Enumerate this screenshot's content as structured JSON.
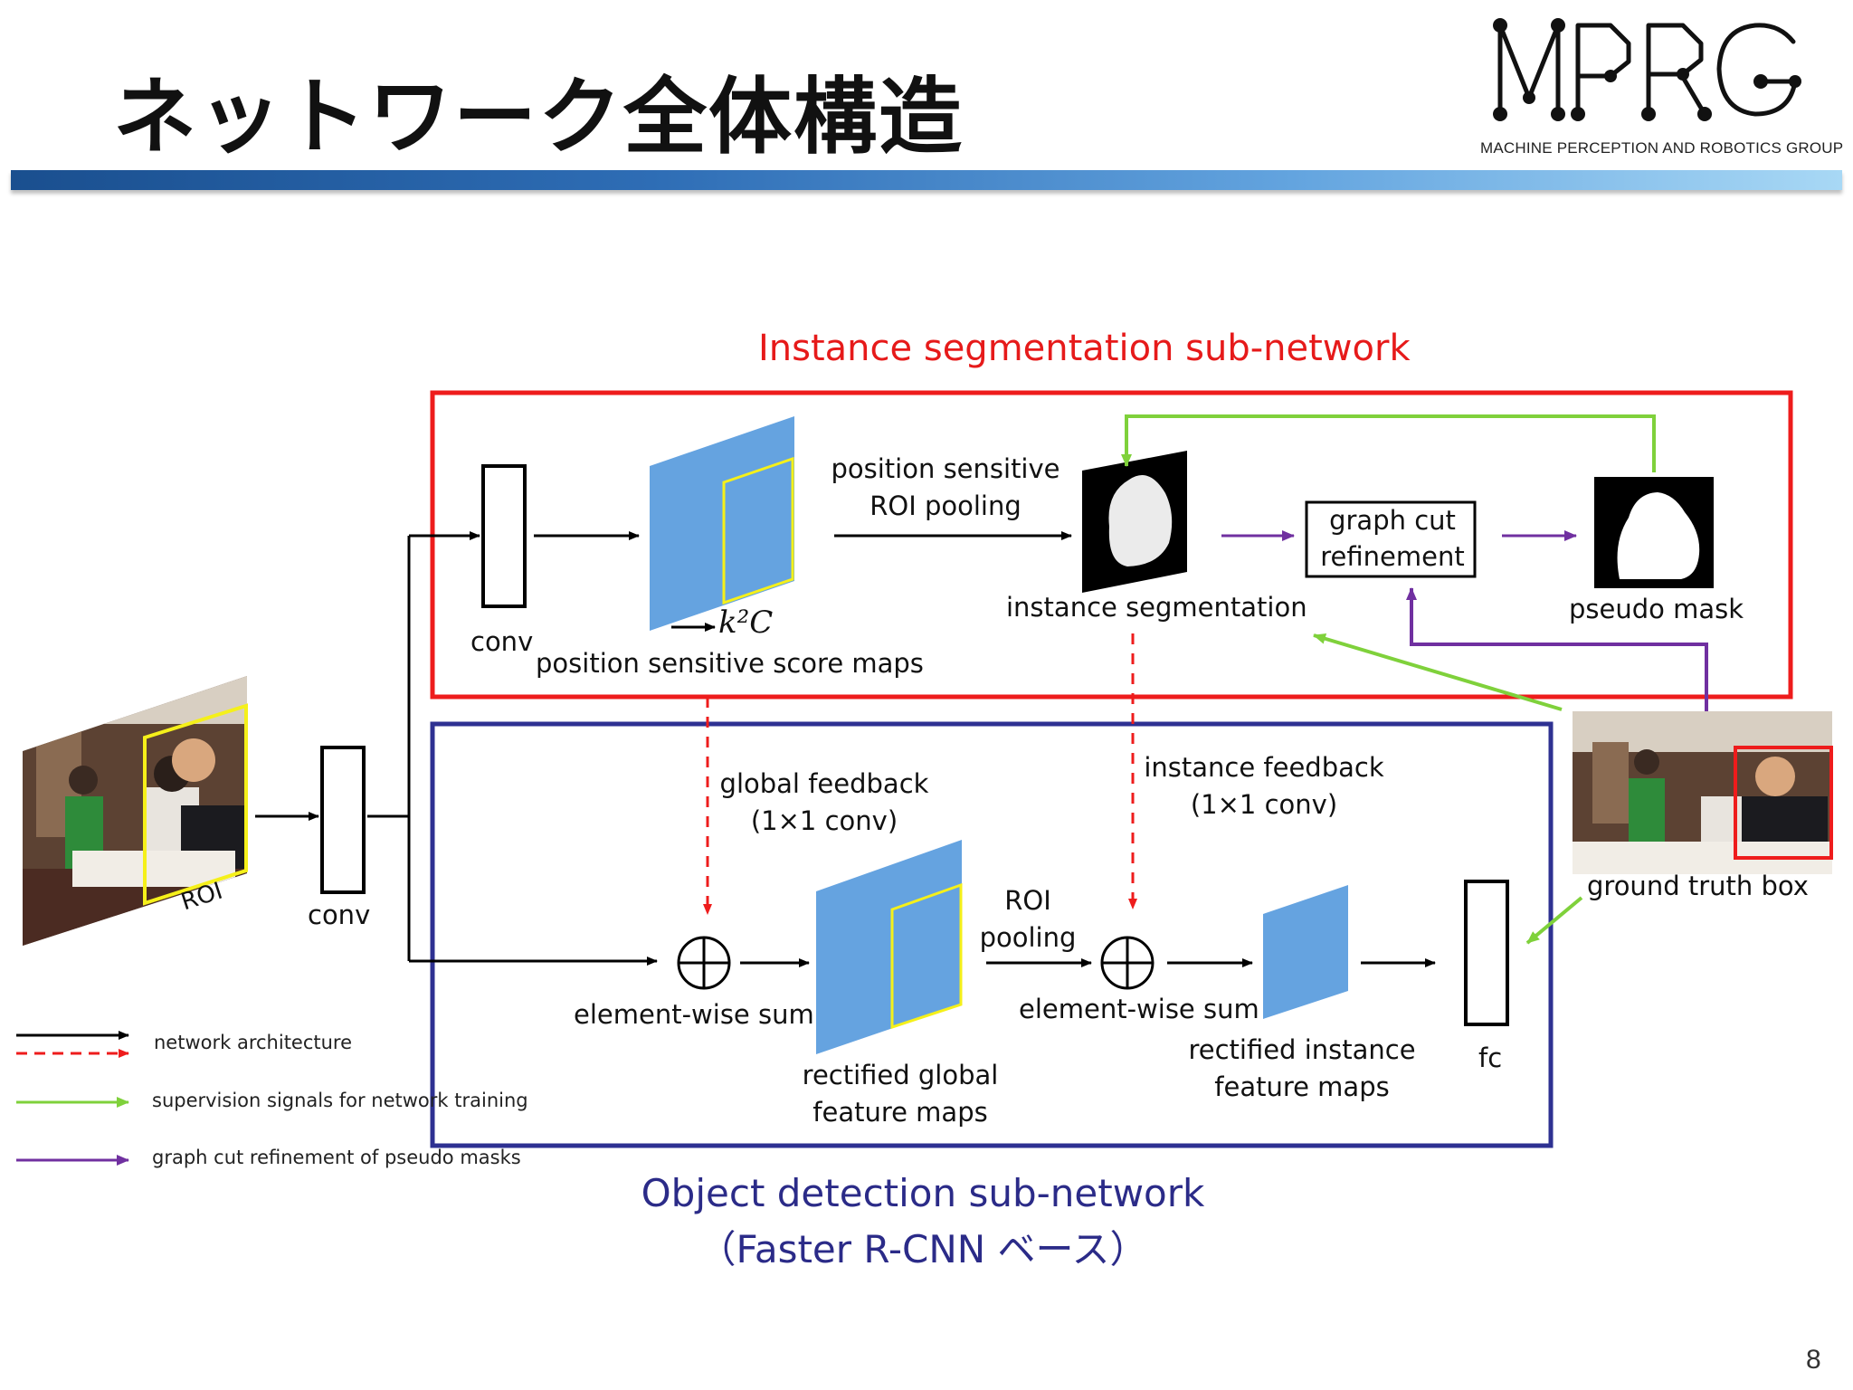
{
  "slide": {
    "title": "ネットワーク全体構造",
    "page_number": "8"
  },
  "logo": {
    "name": "MPRG",
    "tagline": "MACHINE PERCEPTION AND ROBOTICS GROUP"
  },
  "sections": {
    "instance_segmentation_title": "Instance segmentation sub-network",
    "object_detection_title_line1": "Object detection sub-network",
    "object_detection_title_line2": "（Faster R-CNN ベース）"
  },
  "labels": {
    "roi": "ROI",
    "conv_backbone": "conv",
    "conv_top": "conv",
    "k2c": "k²C",
    "position_sensitive_score_maps": "position sensitive score maps",
    "ps_roi_pooling_line1": "position sensitive",
    "ps_roi_pooling_line2": "ROI pooling",
    "instance_segmentation": "instance segmentation",
    "graph_cut_line1": "graph cut",
    "graph_cut_line2": "refinement",
    "pseudo_mask": "pseudo mask",
    "global_feedback_line1": "global feedback",
    "global_feedback_line2": "(1×1 conv)",
    "instance_feedback_line1": "instance feedback",
    "instance_feedback_line2": "(1×1 conv)",
    "element_wise_sum_1": "element-wise sum",
    "element_wise_sum_2": "element-wise sum",
    "roi_pooling_line1": "ROI",
    "roi_pooling_line2": "pooling",
    "rectified_global_line1": "rectified global",
    "rectified_global_line2": "feature maps",
    "rectified_instance_line1": "rectified instance",
    "rectified_instance_line2": "feature maps",
    "fc": "fc",
    "ground_truth_box": "ground truth box"
  },
  "legend": [
    {
      "label": "network architecture",
      "color": "#000000"
    },
    {
      "label": "supervision signals for network training",
      "color": "#7fd13b"
    },
    {
      "label": "graph cut refinement of pseudo masks",
      "color": "#7030a0"
    }
  ],
  "colors": {
    "instance_box": "#ee1c1c",
    "detection_box": "#2e3192",
    "feature_map": "#65a3e0",
    "roi_highlight": "#f5f01a",
    "feedback_arrow": "#ee1c1c",
    "supervision_arrow": "#7fd13b",
    "graphcut_arrow": "#7030a0"
  }
}
